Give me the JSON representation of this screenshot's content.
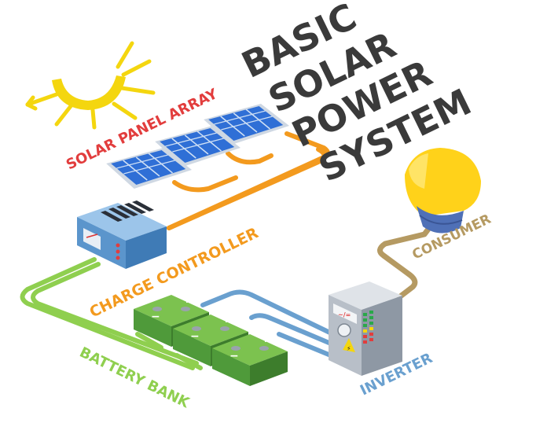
{
  "title": {
    "lines": [
      "BASIC",
      "SOLAR",
      "POWER",
      "SYSTEM"
    ]
  },
  "labels": {
    "solar_panel_array": "SOLAR PANEL ARRAY",
    "charge_controller": "CHARGE CONTROLLER",
    "battery_bank": "BATTERY BANK",
    "inverter": "INVERTER",
    "consumer": "CONSUMER"
  },
  "battery_terminals": {
    "minus": "−",
    "plus": "+"
  },
  "colors": {
    "title": "#3a3a3a",
    "sun": "#f4d60f",
    "solar_panel_label": "#e23d3d",
    "panel_cells": "#2f6fd6",
    "panel_frame": "#cfd8e3",
    "solar_wire": "#f39a1e",
    "controller_body": "#6aa2d6",
    "charge_controller_label": "#f39a1e",
    "battery_wire": "#8fcf4f",
    "battery_body": "#4f9a3a",
    "battery_bank_label": "#8fcf4f",
    "inverter_wire": "#6aa0cf",
    "inverter_body": "#c8ced6",
    "inverter_label": "#6aa0cf",
    "consumer_wire": "#b59a62",
    "bulb": "#ffd21a",
    "bulb_base": "#4f70b7",
    "consumer_label": "#b59a62"
  }
}
